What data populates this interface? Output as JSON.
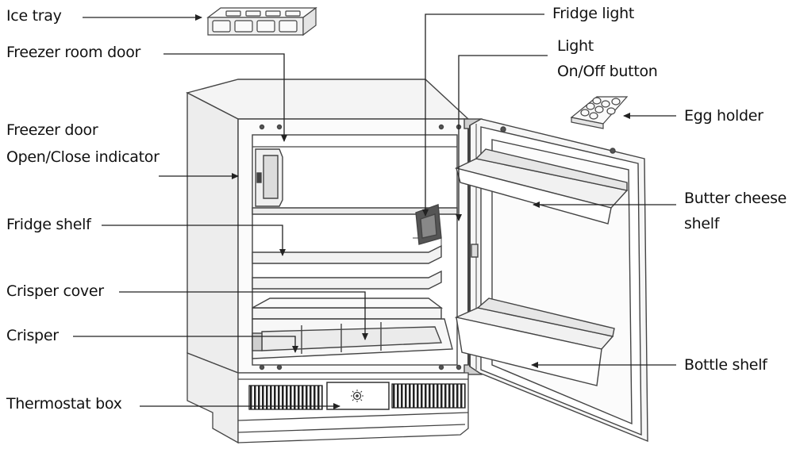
{
  "labels": {
    "ice_tray": "Ice tray",
    "freezer_room_door": "Freezer room door",
    "freezer_door_indicator": [
      "Freezer door",
      "Open/Close indicator"
    ],
    "fridge_shelf": "Fridge shelf",
    "crisper_cover": "Crisper cover",
    "crisper": "Crisper",
    "thermostat_box": "Thermostat box",
    "fridge_light": "Fridge light",
    "light_button": [
      "Light",
      "On/Off button"
    ],
    "egg_holder": "Egg holder",
    "butter_cheese_shelf": [
      "Butter cheese",
      "shelf"
    ],
    "bottle_shelf": "Bottle shelf"
  },
  "colors": {
    "line": "#333333",
    "outline": "#555555",
    "shade": "#e6e6e6",
    "dark": "#2a2a2a"
  }
}
